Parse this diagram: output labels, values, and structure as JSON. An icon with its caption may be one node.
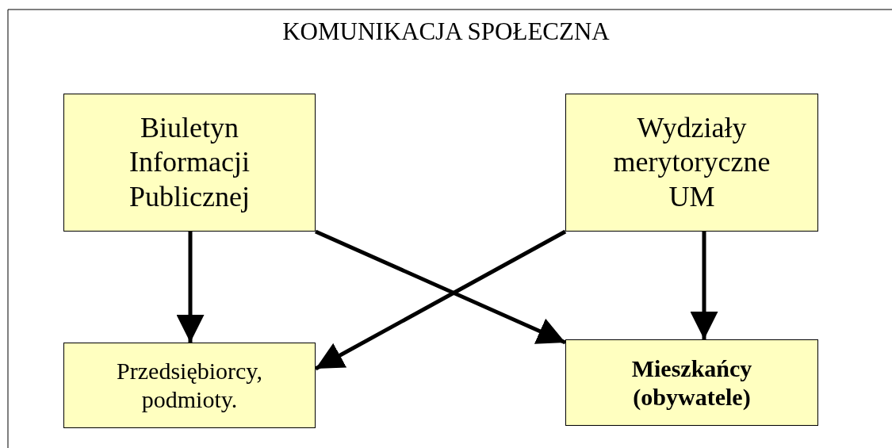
{
  "diagram": {
    "title": "KOMUNIKACJA SPOŁECZNA",
    "nodes": [
      {
        "text": [
          "Biuletyn Informacji Publicznej"
        ]
      },
      {
        "text": [
          "Wydziały merytoryczne UM"
        ]
      },
      {
        "text": [
          "Przedsiębiorcy, podmioty."
        ]
      },
      {
        "text": [
          "Mieszkańcy (obywatele)"
        ]
      }
    ],
    "edges": [
      {
        "from": 0,
        "to": 2,
        "arrow": "to"
      },
      {
        "from": 0,
        "to": 3,
        "arrow": "to"
      },
      {
        "from": 1,
        "to": 2,
        "arrow": "to"
      },
      {
        "from": 1,
        "to": 3,
        "arrow": "to"
      }
    ]
  }
}
